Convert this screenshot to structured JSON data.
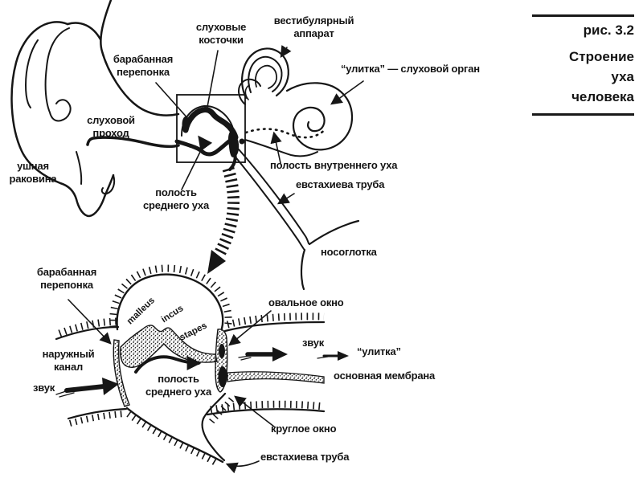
{
  "figure_caption": {
    "number": "рис. 3.2",
    "title": "Строение\nуха\nчеловека"
  },
  "overview": {
    "labels": {
      "ossicles": "слуховые\nкосточки",
      "vestibular": "вестибулярный\nаппарат",
      "eardrum": "барабанная\nперепонка",
      "cochlea": "“улитка” — слуховой орган",
      "ear_canal": "слуховой\nпроход",
      "pinna": "ушная\nраковина",
      "middle_ear_cavity": "полость\nсреднего уха",
      "inner_ear_cavity": "полость внутреннего уха",
      "eustachian_tube": "евстахиева труба",
      "nasopharynx": "носоглотка"
    }
  },
  "detail": {
    "labels": {
      "eardrum": "барабанная\nперепонка",
      "oval_window": "овальное окно",
      "outer_canal": "наружный\nканал",
      "sound_in": "звук",
      "middle_ear_cavity": "полость\nсреднего уха",
      "malleus": "malleus",
      "incus": "incus",
      "stapes": "stapes",
      "sound_out": "звук",
      "cochlea": "“улитка”",
      "basilar_membrane": "основная мембрана",
      "round_window": "круглое окно",
      "eustachian_tube": "евстахиева труба"
    }
  },
  "colors": {
    "ink": "#161616",
    "paper": "#ffffff"
  }
}
